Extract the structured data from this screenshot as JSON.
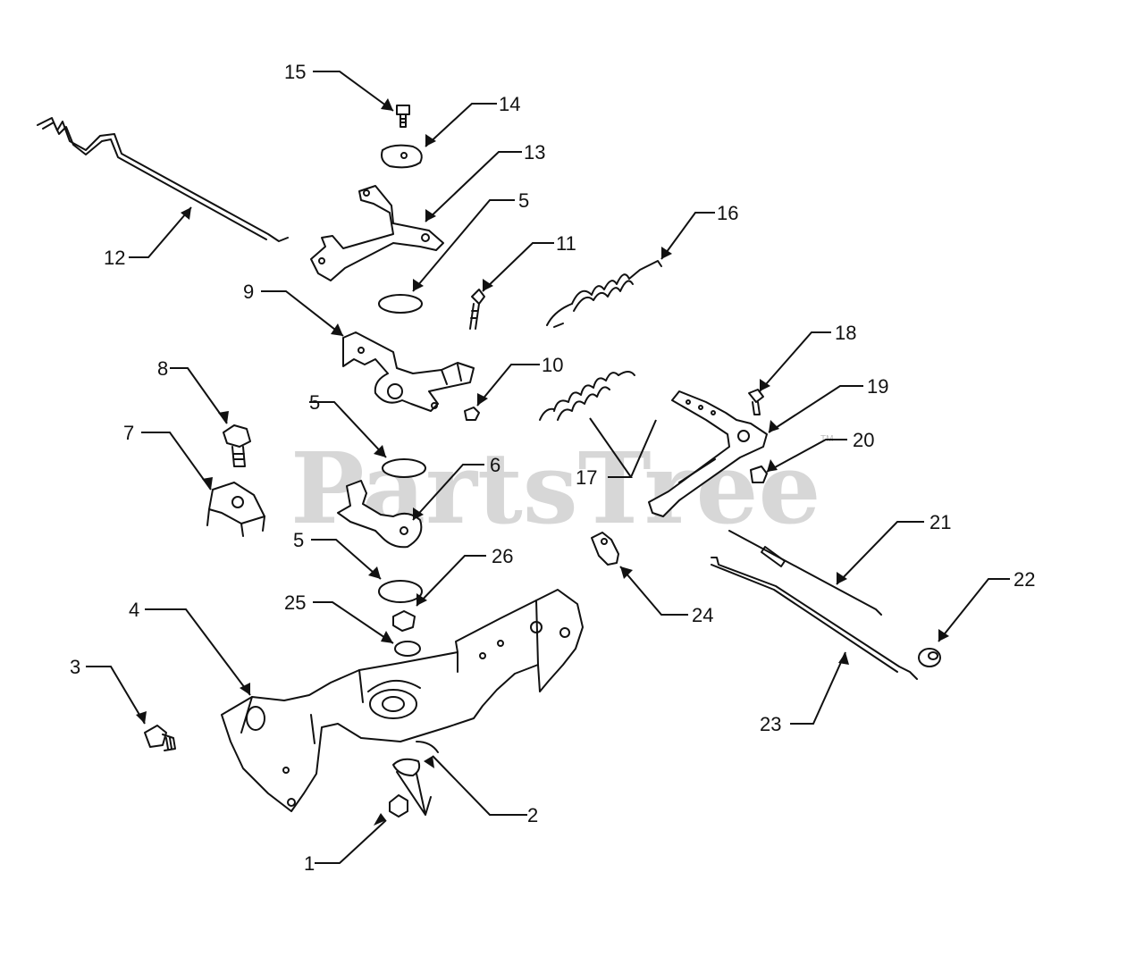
{
  "watermark": {
    "text": "PartsTree",
    "trademark": "TM"
  },
  "callouts": [
    {
      "id": "c1",
      "label": "1"
    },
    {
      "id": "c2",
      "label": "2"
    },
    {
      "id": "c3",
      "label": "3"
    },
    {
      "id": "c4",
      "label": "4"
    },
    {
      "id": "c5a",
      "label": "5"
    },
    {
      "id": "c5b",
      "label": "5"
    },
    {
      "id": "c5c",
      "label": "5"
    },
    {
      "id": "c6",
      "label": "6"
    },
    {
      "id": "c7",
      "label": "7"
    },
    {
      "id": "c8",
      "label": "8"
    },
    {
      "id": "c9",
      "label": "9"
    },
    {
      "id": "c10",
      "label": "10"
    },
    {
      "id": "c11",
      "label": "11"
    },
    {
      "id": "c12",
      "label": "12"
    },
    {
      "id": "c13",
      "label": "13"
    },
    {
      "id": "c14",
      "label": "14"
    },
    {
      "id": "c15",
      "label": "15"
    },
    {
      "id": "c16",
      "label": "16"
    },
    {
      "id": "c17",
      "label": "17"
    },
    {
      "id": "c18",
      "label": "18"
    },
    {
      "id": "c19",
      "label": "19"
    },
    {
      "id": "c20",
      "label": "20"
    },
    {
      "id": "c21",
      "label": "21"
    },
    {
      "id": "c22",
      "label": "22"
    },
    {
      "id": "c23",
      "label": "23"
    },
    {
      "id": "c24",
      "label": "24"
    },
    {
      "id": "c25",
      "label": "25"
    },
    {
      "id": "c26",
      "label": "26"
    }
  ]
}
